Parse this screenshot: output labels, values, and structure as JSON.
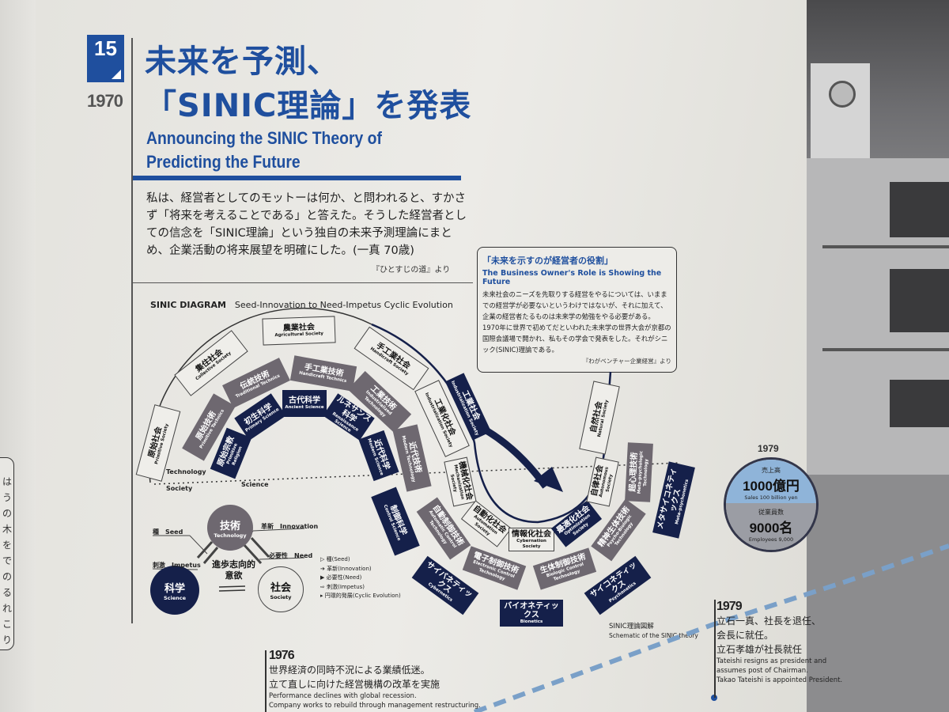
{
  "header": {
    "number": "15",
    "year": "1970",
    "title_ja_line1": "未来を予測、",
    "title_ja_line2": "「SINIC理論」を発表",
    "title_en_line1": "Announcing the SINIC Theory of",
    "title_en_line2": "Predicting the Future"
  },
  "quote": {
    "text": "私は、経営者としてのモットーは何か、と問われると、すかさず「将来を考えることである」と答えた。そうした経営者としての信念を「SINIC理論」という独自の未来予測理論にまとめ、企業活動の将来展望を明確にした。(一真 70歳)",
    "source": "『ひとすじの道』より"
  },
  "sidebox": {
    "title_ja": "「未来を示すのが経営者の役割」",
    "title_en": "The Business Owner's Role is Showing the Future",
    "body": "未来社会のニーズを先取りする経営をやるについては、いままでの経営学が必要ないというわけではないが、それに加えて、企業の経営者たるものは未来学の勉強をやる必要がある。1970年に世界で初めてだといわれた未来学の世界大会が京都の国際会議場で開かれ、私もその学会で発表をした。それがシニック(SINIC)理論である。",
    "source": "『わがベンチャー企業経営』より"
  },
  "diagram": {
    "title": "SINIC DIAGRAM",
    "subtitle": "Seed-Innovation to Need-Impetus Cyclic Evolution",
    "axis_labels": {
      "technology": "Technology",
      "society": "Society",
      "science": "Science"
    },
    "colors": {
      "science": "#15204a",
      "technology": "#6e6870",
      "society": "#efeeea",
      "accent": "#1f4f9e"
    },
    "upper_society": [
      {
        "ja": "原始社会",
        "en": "Primitive Society"
      },
      {
        "ja": "集住社会",
        "en": "Collective Society"
      },
      {
        "ja": "農業社会",
        "en": "Agricultural Society"
      },
      {
        "ja": "手工業社会",
        "en": "Handicraft Society"
      },
      {
        "ja": "工業化社会",
        "en": "Industrialization Society"
      }
    ],
    "industrial_society": {
      "ja": "工業社会",
      "en": "Industrialization Society"
    },
    "upper_technology": [
      {
        "ja": "原始技術",
        "en": "Primitive Technics"
      },
      {
        "ja": "伝統技術",
        "en": "Traditional Technics"
      },
      {
        "ja": "手工業技術",
        "en": "Handicraft Technics"
      },
      {
        "ja": "工業技術",
        "en": "Industrialized Technology"
      },
      {
        "ja": "近代技術",
        "en": "Modern Technology"
      }
    ],
    "upper_science": [
      {
        "ja": "原始宗教",
        "en": "Primitive Religion"
      },
      {
        "ja": "初生科学",
        "en": "Primary Science"
      },
      {
        "ja": "古代科学",
        "en": "Ancient Science"
      },
      {
        "ja": "ルネサンス科学",
        "en": "Renaissance Science"
      },
      {
        "ja": "近代科学",
        "en": "Modern Science"
      }
    ],
    "lower_society": [
      {
        "ja": "機械化社会",
        "en": "Mechanization Society"
      },
      {
        "ja": "自動化社会",
        "en": "Automation Society"
      },
      {
        "ja": "情報化社会",
        "en": "Cybernation Society"
      },
      {
        "ja": "最適化社会",
        "en": "Optimization Society"
      },
      {
        "ja": "自律社会",
        "en": "Autonomous Society"
      }
    ],
    "natural_society": {
      "ja": "自然社会",
      "en": "Natural Society"
    },
    "lower_technology": [
      {
        "ja": "自動制御技術",
        "en": "Automatic Control Technology"
      },
      {
        "ja": "電子制御技術",
        "en": "Electronic Control Technology"
      },
      {
        "ja": "生体制御技術",
        "en": "Biologic Control Technology"
      },
      {
        "ja": "精神生体技術",
        "en": "Psycho-Biologic Technology"
      },
      {
        "ja": "超心理技術",
        "en": "Meta-psychologic Technology"
      }
    ],
    "lower_science": [
      {
        "ja": "制御科学",
        "en": "Control Science"
      },
      {
        "ja": "サイバネティックス",
        "en": "Cybernetics"
      },
      {
        "ja": "バイオネティックス",
        "en": "Bionetics"
      },
      {
        "ja": "サイコネティックス",
        "en": "Psychonetics"
      },
      {
        "ja": "メタサイコネティックス",
        "en": "Meta-psychonetics"
      }
    ],
    "triad": {
      "technology": {
        "ja": "技術",
        "en": "Technology"
      },
      "science": {
        "ja": "科学",
        "en": "Science"
      },
      "society": {
        "ja": "社会",
        "en": "Society"
      },
      "seed": "種　Seed",
      "impetus": "刺激　Impetus",
      "innovation": "革新　Innovation",
      "need": "必要性　Need",
      "center_line1": "進歩志向的",
      "center_line2": "意欲"
    },
    "legend": [
      "種(Seed)",
      "革新(Innovation)",
      "必要性(Need)",
      "刺激(Impetus)",
      "円環的発展(Cyclic Evolution)"
    ],
    "caption_ja": "SINIC理論図解",
    "caption_en": "Schematic of the SINIC theory"
  },
  "stats": {
    "year": "1979",
    "sales_label": "売上高",
    "sales_value": "1000億円",
    "sales_en": "Sales 100 billion yen",
    "employees_label": "従業員数",
    "employees_value": "9000名",
    "employees_en": "Employees 9,000"
  },
  "events": [
    {
      "year": "1976",
      "ja1": "世界経済の同時不況による業績低迷。",
      "ja2": "立て直しに向けた経営機構の改革を実施",
      "en1": "Performance declines with global recession.",
      "en2": "Company works to rebuild through management restructuring."
    },
    {
      "year": "1979",
      "ja1": "立石一真、社長を退任、",
      "ja2": "会長に就任。",
      "ja3": "立石孝雄が社長就任",
      "en1": "Tateishi resigns as president and",
      "en2": "assumes post of Chairman.",
      "en3": "Takao Tateishi is appointed President."
    }
  ],
  "left_card": {
    "text": "はうの木をでのるれこ　り"
  }
}
